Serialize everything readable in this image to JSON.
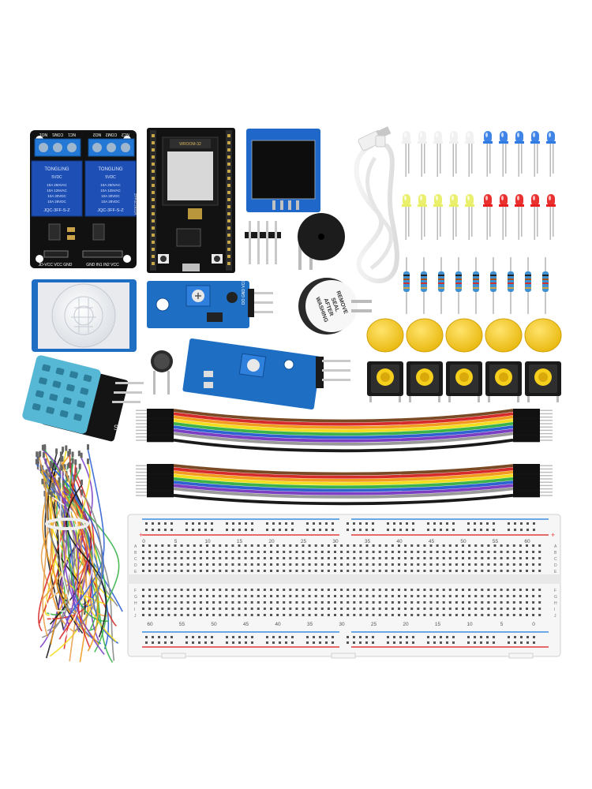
{
  "relay": {
    "top_labels": [
      "NO1",
      "COM1",
      "NC1",
      "NO2",
      "COM2",
      "NC2"
    ],
    "brand_left": "TONGLING",
    "brand_right": "TONGLING",
    "model_left": "JQC-3FF-S-Z",
    "model_right": "JQC-3FF-S-Z",
    "specs_left": [
      "10A 250VAC",
      "10A 125VAC",
      "10A 30VDC",
      "10A 28VDC"
    ],
    "specs_right": [
      "10A 250VAC",
      "10A 125VAC",
      "10A 30VDC",
      "10A 28VDC"
    ],
    "coil_left": "5VDC",
    "coil_right": "5VDC",
    "side_code": "ZFP4C2931R",
    "bottom_left": "JD-VCC VCC GND",
    "bottom_right": "GND IN1 IN2 VCC"
  },
  "esp32": {
    "module_label": "WROOM-32"
  },
  "buzzer": {
    "sticker_lines": [
      "REMOVE",
      "SEAL",
      "AFTER",
      "WASHING"
    ]
  },
  "sensor_module": {
    "pins": "VCC GND DO",
    "pins_short": "DO GND VCC"
  },
  "breadboard": {
    "top_numbers": [
      "0",
      "5",
      "10",
      "15",
      "20",
      "25",
      "30",
      "35",
      "40",
      "45",
      "50",
      "55",
      "60"
    ],
    "bottom_numbers": [
      "60",
      "55",
      "50",
      "45",
      "40",
      "35",
      "30",
      "25",
      "20",
      "15",
      "10",
      "5",
      "0"
    ],
    "row_letters_top": [
      "A",
      "B",
      "C",
      "D",
      "E"
    ],
    "row_letters_bottom": [
      "F",
      "G",
      "H",
      "I",
      "J"
    ],
    "plus": "+",
    "minus": "−"
  },
  "dht": {
    "label": "S"
  },
  "colors": {
    "pcb_blue": "#1e6fc4",
    "pcb_black": "#111111",
    "relay_blue": "#1d4fb5",
    "terminal_blue": "#2278d4",
    "led_blue": "#2f7be6",
    "led_red": "#e81f1f",
    "led_yellow": "#e8ef62",
    "button_yellow": "#f6cf1c",
    "dht_blue": "#57b8d6",
    "rail_red": "#e23c3c",
    "rail_blue": "#3d8fe0"
  },
  "wire_colors": [
    "#7a4a24",
    "#d62b2b",
    "#f29b1e",
    "#f2de1e",
    "#3bb34a",
    "#2f62d1",
    "#7c3fc4",
    "#9a9a9a",
    "#ffffff",
    "#1a1a1a"
  ]
}
